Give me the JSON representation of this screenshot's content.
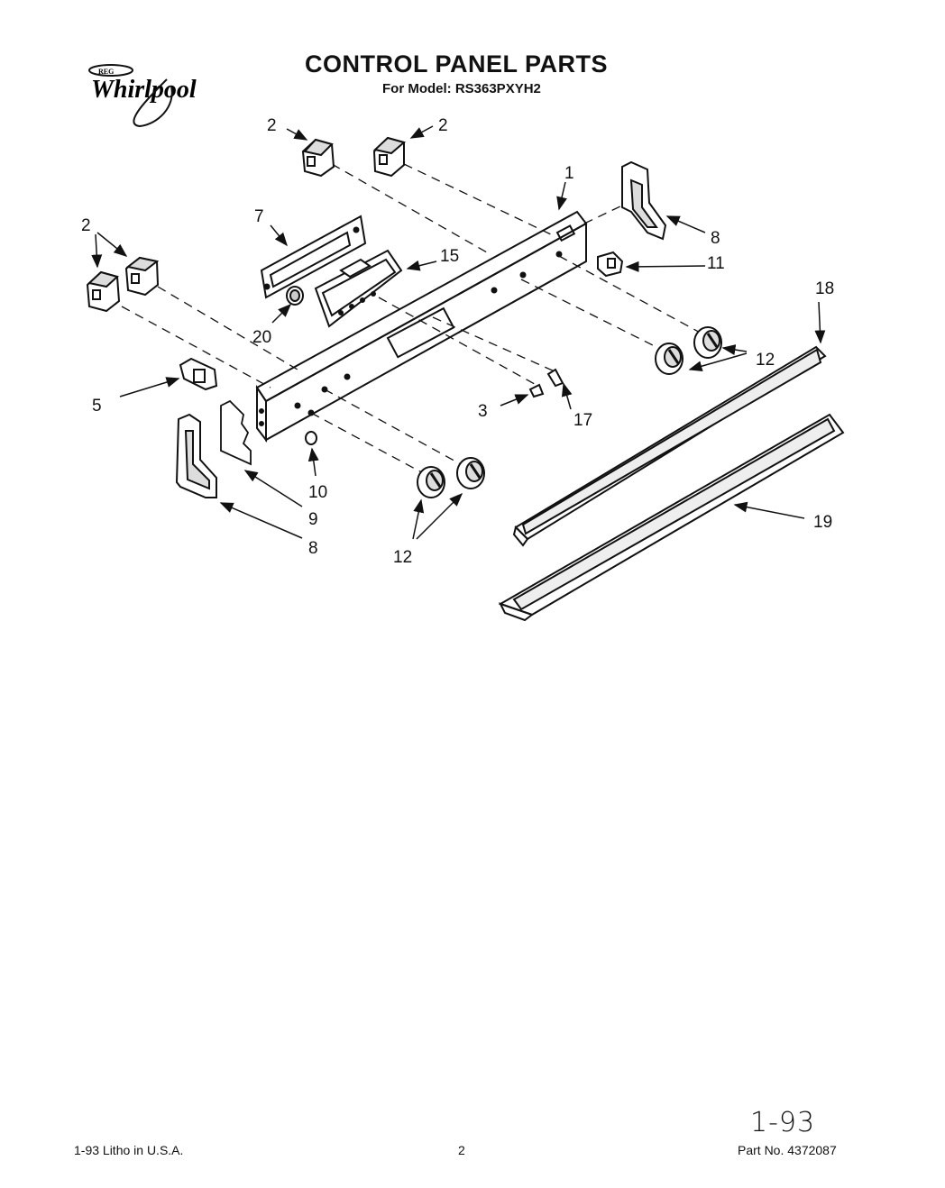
{
  "header": {
    "brand": "Whirlpool",
    "title": "CONTROL PANEL PARTS",
    "model_line": "For Model: RS363PXYH2"
  },
  "callouts": {
    "c1": "1",
    "c2a": "2",
    "c2b": "2",
    "c2c": "2",
    "c3": "3",
    "c5": "5",
    "c7": "7",
    "c8a": "8",
    "c8b": "8",
    "c9": "9",
    "c10": "10",
    "c11": "11",
    "c12a": "12",
    "c12b": "12",
    "c15": "15",
    "c17": "17",
    "c18": "18",
    "c19": "19",
    "c20": "20"
  },
  "footer": {
    "litho": "1-93 Litho in U.S.A.",
    "page": "2",
    "part_no": "Part No. 4372087",
    "handwritten": "1-93"
  }
}
